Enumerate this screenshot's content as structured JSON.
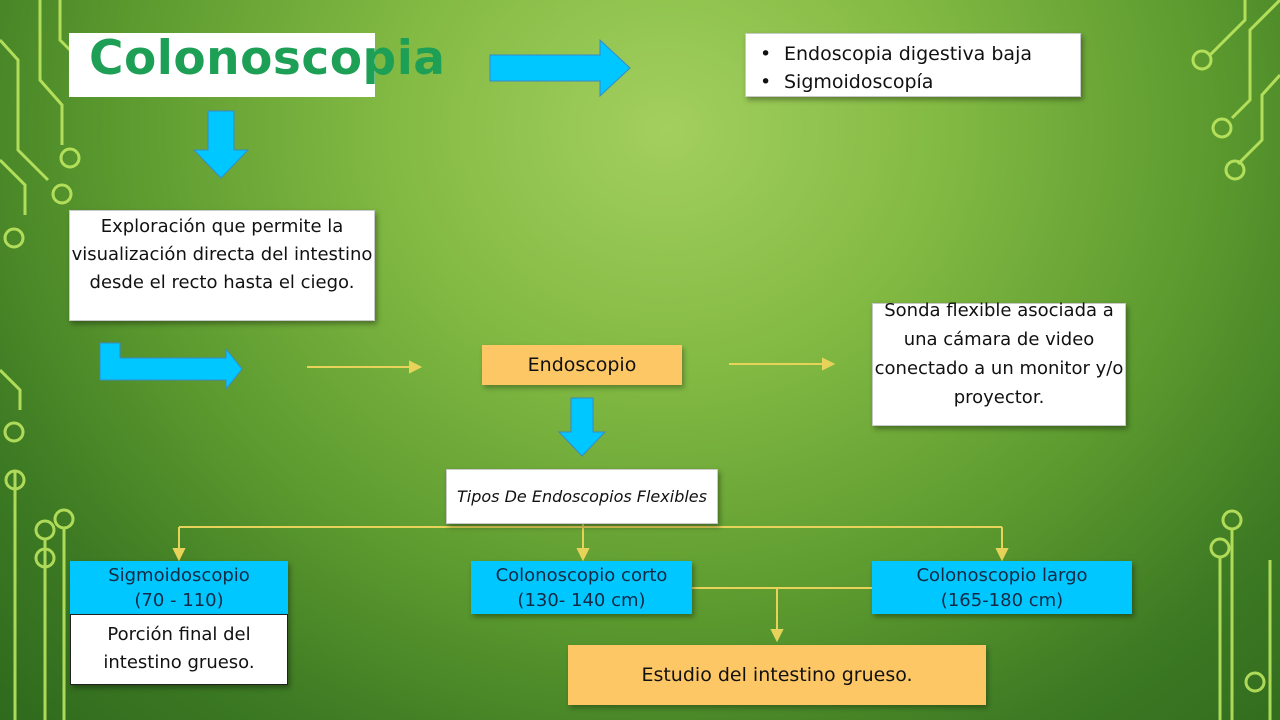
{
  "title": "Colonoscopia",
  "synonyms": [
    "Endoscopia digestiva baja",
    "Sigmoidoscopía"
  ],
  "definition": "Exploración que permite la visualización directa del intestino desde el recto hasta el ciego.",
  "instrument": "Endoscopio",
  "instrument_description": "Sonda flexible asociada a una cámara de video conectado a un monitor y/o proyector.",
  "types_heading": "Tipos De Endoscopios Flexibles",
  "types": [
    {
      "name": "Sigmoidoscopio",
      "range": "(70 - 110)"
    },
    {
      "name": "Colonoscopio corto",
      "range": "(130- 140 cm)"
    },
    {
      "name": "Colonoscopio largo",
      "range": "(165-180 cm)"
    }
  ],
  "sigmoid_note": "Porción final del intestino grueso.",
  "colon_note": "Estudio del intestino grueso.",
  "colors": {
    "arrow": "#00c7ff",
    "connector": "#e8d35a",
    "title": "#1e9f56",
    "orange_box": "#fdc766"
  }
}
